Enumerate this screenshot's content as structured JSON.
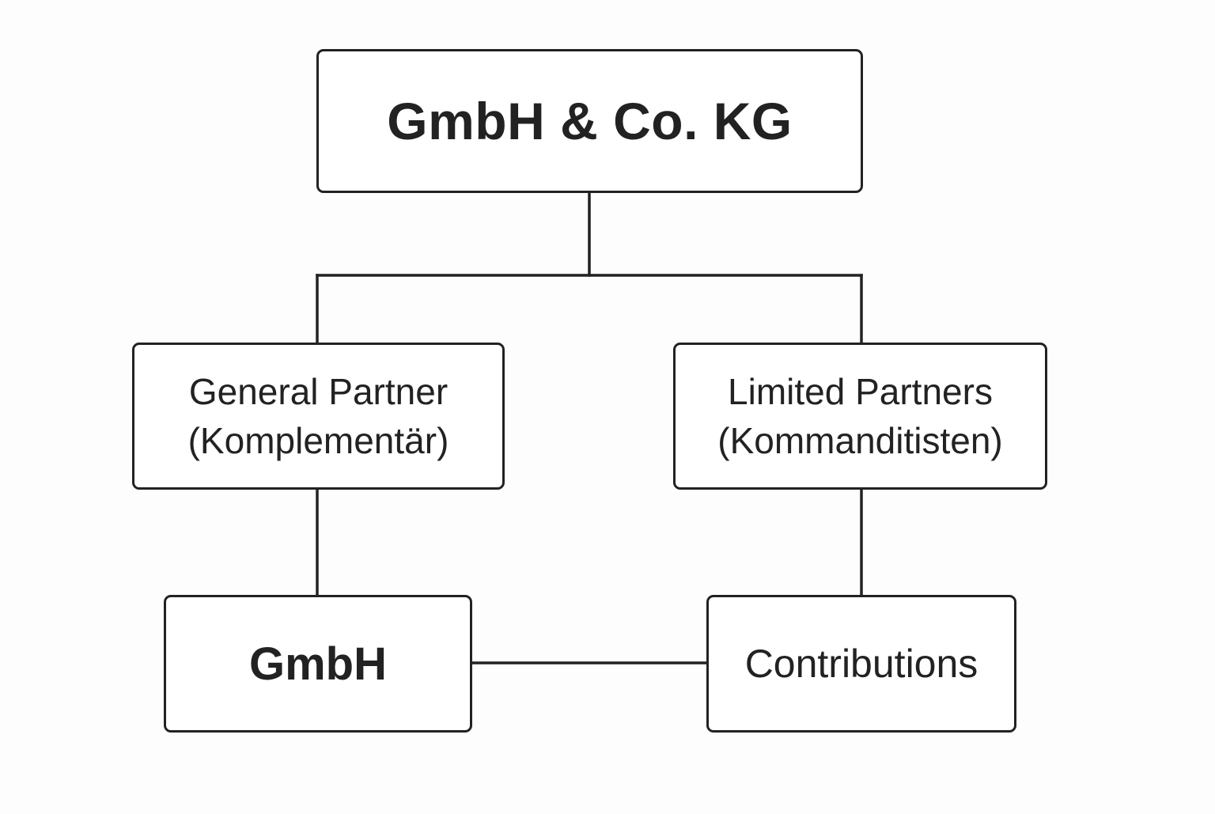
{
  "diagram": {
    "root": {
      "label": "GmbH & Co. KG"
    },
    "general_partner": {
      "line1": "General Partner",
      "line2": "(Komplementär)"
    },
    "limited_partners": {
      "line1": "Limited Partners",
      "line2": "(Kommanditisten)"
    },
    "gmbh": {
      "label": "GmbH"
    },
    "contributions": {
      "label": "Contributions"
    }
  },
  "edges": [
    {
      "from": "GmbH & Co. KG",
      "to": "General Partner (Komplementär)"
    },
    {
      "from": "GmbH & Co. KG",
      "to": "Limited Partners (Kommanditisten)"
    },
    {
      "from": "General Partner (Komplementär)",
      "to": "GmbH"
    },
    {
      "from": "Limited Partners (Kommanditisten)",
      "to": "Contributions"
    },
    {
      "from": "GmbH",
      "to": "Contributions"
    }
  ],
  "colors": {
    "background": "#fdfdfd",
    "line": "#222222",
    "text": "#222222"
  }
}
